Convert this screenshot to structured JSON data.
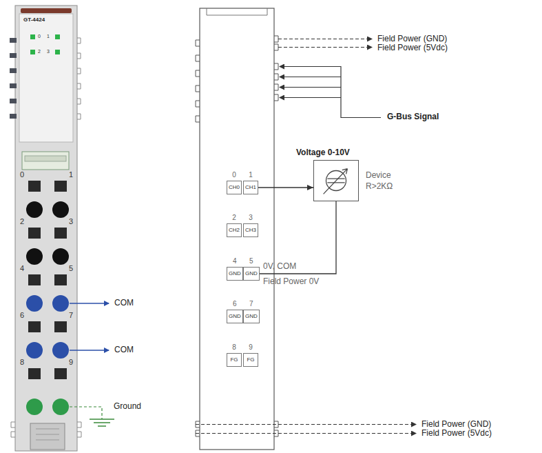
{
  "diagram": {
    "nodes": [
      {
        "text": [
          "Voltage 0-10V",
          "Device R>2KΩ"
        ]
      },
      {
        "text": [
          "0",
          "CH0"
        ]
      },
      {
        "text": [
          "1",
          "CH1"
        ]
      },
      {
        "text": [
          "2",
          "CH2"
        ]
      },
      {
        "text": [
          "3",
          "CH3"
        ]
      },
      {
        "text": [
          "4",
          "GND"
        ]
      },
      {
        "text": [
          "5",
          "GND"
        ]
      },
      {
        "text": [
          "6",
          "GND"
        ]
      },
      {
        "text": [
          "7",
          "GND"
        ]
      },
      {
        "text": [
          "8",
          "FG"
        ]
      },
      {
        "text": [
          "9",
          "FG"
        ]
      }
    ],
    "edges": [
      {
        "from": 2,
        "to": 0,
        "arrow": "to"
      },
      {
        "from": 0,
        "to": 6,
        "arrow": "none"
      }
    ],
    "labels": [
      "GT-4424",
      "0",
      "1",
      "2",
      "3",
      "0",
      "1",
      "2",
      "3",
      "4",
      "5",
      "6",
      "7",
      "8",
      "9",
      "COM",
      "COM",
      "Ground",
      "Field Power (GND)",
      "Field Power (5Vdc)",
      "G-Bus Signal",
      "0V, COM",
      "Field Power 0V",
      "Field Power (GND)",
      "Field Power (5Vdc)"
    ]
  }
}
